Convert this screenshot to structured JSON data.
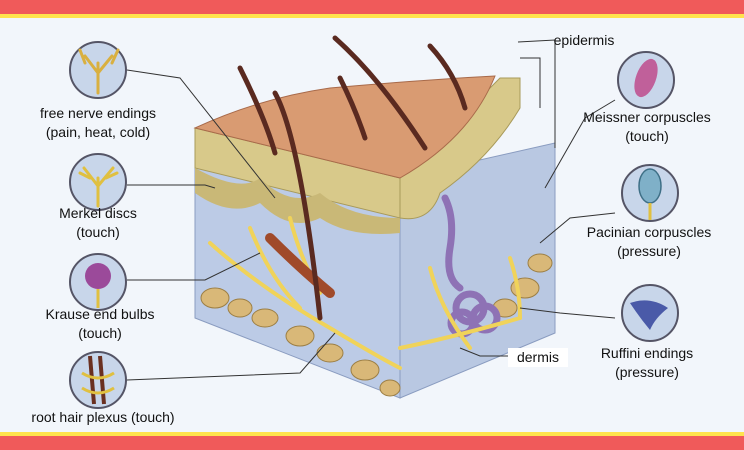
{
  "colors": {
    "frame_red": "#f05a5a",
    "frame_yellow": "#ffe34d",
    "background": "#f2f6fb",
    "skin_surface": "#d99b72",
    "epidermis": "#d8c98a",
    "dermis": "#b9c8e2",
    "nerve": "#f0d35a",
    "gland": "#a88fc7",
    "hair": "#5a2a20"
  },
  "labels": {
    "free_nerve": {
      "line1": "free nerve endings",
      "line2": "(pain, heat, cold)"
    },
    "merkel": {
      "line1": "Merkel discs",
      "line2": "(touch)"
    },
    "krause": {
      "line1": "Krause end bulbs",
      "line2": "(touch)"
    },
    "root_hair": {
      "line1": "root hair plexus (touch)"
    },
    "epidermis": {
      "line1": "epidermis"
    },
    "meissner": {
      "line1": "Meissner corpuscles",
      "line2": "(touch)"
    },
    "pacinian": {
      "line1": "Pacinian corpuscles",
      "line2": "(pressure)"
    },
    "dermis": {
      "line1": "dermis"
    },
    "ruffini": {
      "line1": "Ruffini endings",
      "line2": "(pressure)"
    }
  },
  "icons": {
    "free_nerve": "free-nerve-endings-icon",
    "merkel": "merkel-discs-icon",
    "krause": "krause-end-bulbs-icon",
    "root_hair": "root-hair-plexus-icon",
    "meissner": "meissner-corpuscles-icon",
    "pacinian": "pacinian-corpuscles-icon",
    "ruffini": "ruffini-endings-icon"
  }
}
